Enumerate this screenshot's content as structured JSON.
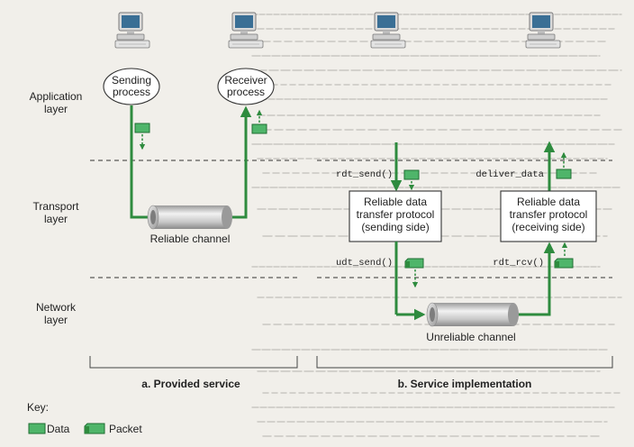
{
  "layers": {
    "application": "Application\nlayer",
    "transport": "Transport\nlayer",
    "network": "Network\nlayer"
  },
  "left": {
    "sender": "Sending\nprocess",
    "receiver": "Receiver\nprocess",
    "channel": "Reliable channel",
    "caption": "a. Provided service"
  },
  "right": {
    "rdt_send": "rdt_send()",
    "deliver_data": "deliver_data",
    "udt_send": "udt_send()",
    "rdt_rcv": "rdt_rcv()",
    "sender_box": "Reliable data\ntransfer protocol\n(sending side)",
    "receiver_box": "Reliable data\ntransfer protocol\n(receiving side)",
    "channel": "Unreliable channel",
    "caption": "b. Service implementation"
  },
  "key": {
    "title": "Key:",
    "data": "Data",
    "packet": "Packet"
  },
  "colors": {
    "green": "#2e8b3e",
    "packet_fill": "#4fb56a",
    "packet_stroke": "#1f6e33"
  }
}
